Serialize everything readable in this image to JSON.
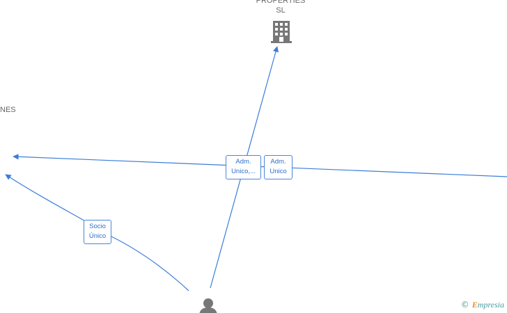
{
  "nodes": {
    "company_top": {
      "label_line1": "PROPERTIES",
      "label_line2": "SL",
      "icon": "building-icon"
    },
    "company_left": {
      "label": "NES"
    },
    "person": {
      "icon": "person-icon"
    }
  },
  "edges": [
    {
      "id": "e1",
      "label_line1": "Adm.",
      "label_line2": "Unico,..."
    },
    {
      "id": "e2",
      "label_line1": "Adm.",
      "label_line2": "Unico"
    },
    {
      "id": "e3",
      "label_line1": "Socio",
      "label_line2": "Único"
    }
  ],
  "branding": {
    "copyright": "©",
    "e_letter": "E",
    "rest": "mpresia"
  },
  "colors": {
    "edge": "#3b7dd8",
    "icon": "#777777",
    "label_text": "#2f6fc7"
  }
}
